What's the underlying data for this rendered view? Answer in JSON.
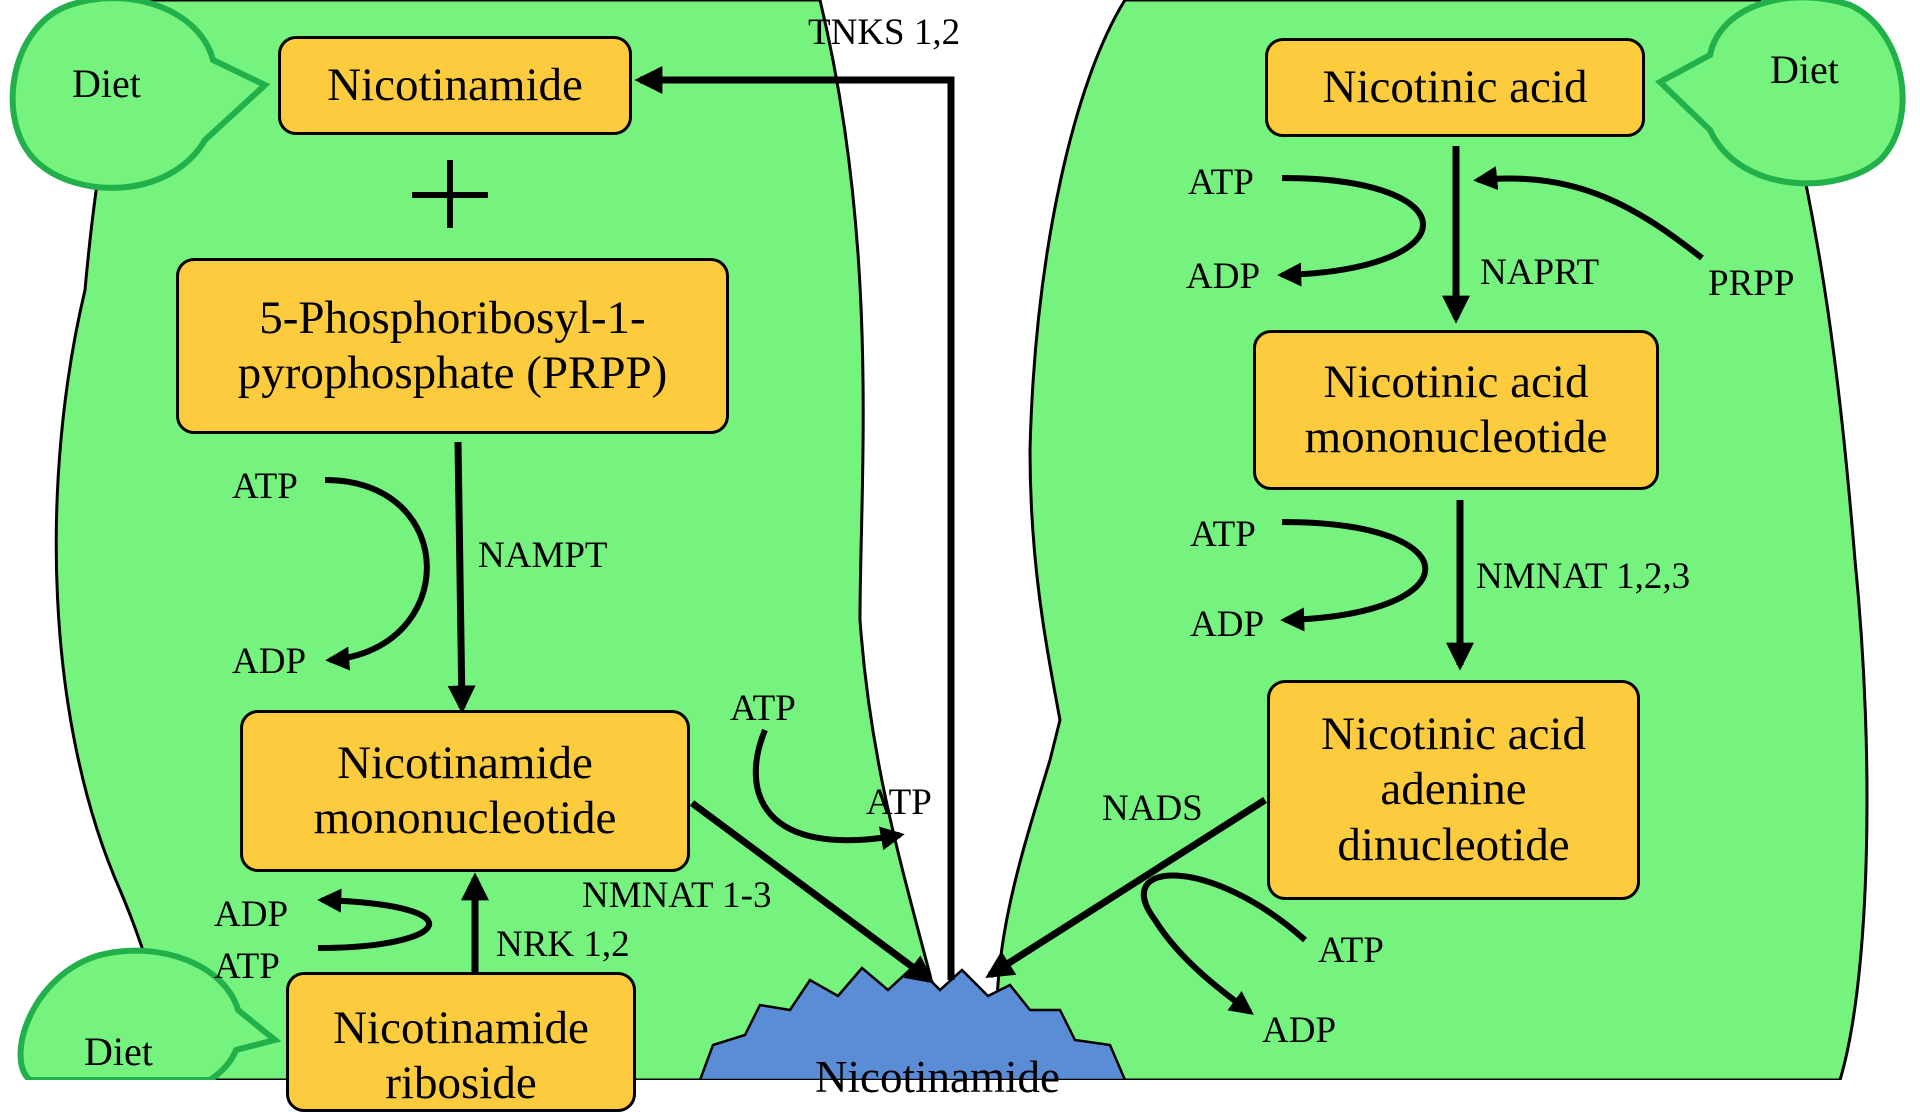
{
  "nodes": {
    "nicotinamide": "Nicotinamide",
    "prpp": "5-Phosphoribosyl-1-\npyrophosphate (PRPP)",
    "nmn": "Nicotinamide\nmononucleotide",
    "nr": "Nicotinamide\nriboside",
    "nad": "Nicotinamide",
    "nicotinic_acid": "Nicotinic acid",
    "namn": "Nicotinic acid\nmononucleotide",
    "naad": "Nicotinic acid\nadenine\ndinucleotide"
  },
  "labels": {
    "diet_top_left": "Diet",
    "diet_bottom_left": "Diet",
    "diet_top_right": "Diet",
    "plus": "+",
    "tnks": "TNKS 1,2",
    "nampt": "NAMPT",
    "nmnat_1_3": "NMNAT 1-3",
    "nrk": "NRK 1,2",
    "naprt": "NAPRT",
    "prpp_short": "PRPP",
    "nmnat_123": "NMNAT 1,2,3",
    "nads": "NADS",
    "nampt_atp": "ATP",
    "nampt_adp": "ADP",
    "nrk_adp": "ADP",
    "nrk_atp": "ATP",
    "nmnat_atp_in": "ATP",
    "nmnat_atp_out": "ATP",
    "naprt_atp": "ATP",
    "naprt_adp": "ADP",
    "nmnat_r_atp": "ATP",
    "nmnat_r_adp": "ADP",
    "nads_atp": "ATP",
    "nads_adp": "ADP"
  },
  "colors": {
    "cell_green": "#76f27f",
    "diet_border": "#22b04a",
    "box_fill": "#fdcb3e",
    "nad_star": "#5b8dd6"
  }
}
